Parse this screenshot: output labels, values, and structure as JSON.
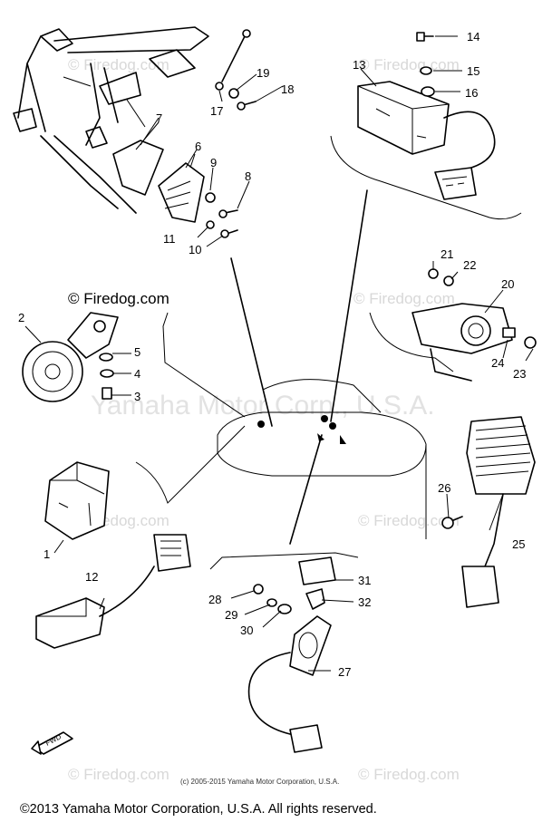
{
  "watermarks": {
    "brand": "© Firedog.com",
    "center": "Yamaha Motor Corp., U.S.A."
  },
  "callouts": {
    "c1": "1",
    "c2": "2",
    "c3": "3",
    "c4": "4",
    "c5": "5",
    "c6": "6",
    "c7": "7",
    "c8": "8",
    "c9": "9",
    "c10": "10",
    "c11": "11",
    "c12": "12",
    "c13": "13",
    "c14": "14",
    "c15": "15",
    "c16": "16",
    "c17": "17",
    "c18": "18",
    "c19": "19",
    "c20": "20",
    "c21": "21",
    "c22": "22",
    "c23": "23",
    "c24": "24",
    "c25": "25",
    "c26": "26",
    "c27": "27",
    "c28": "28",
    "c29": "29",
    "c30": "30",
    "c31": "31",
    "c32": "32"
  },
  "arrow_label": "FWD",
  "footer": {
    "small_copyright": "(c) 2005-2015 Yamaha Motor Corporation, U.S.A.",
    "main_copyright": "©2013 Yamaha Motor Corporation, U.S.A. All rights reserved."
  }
}
